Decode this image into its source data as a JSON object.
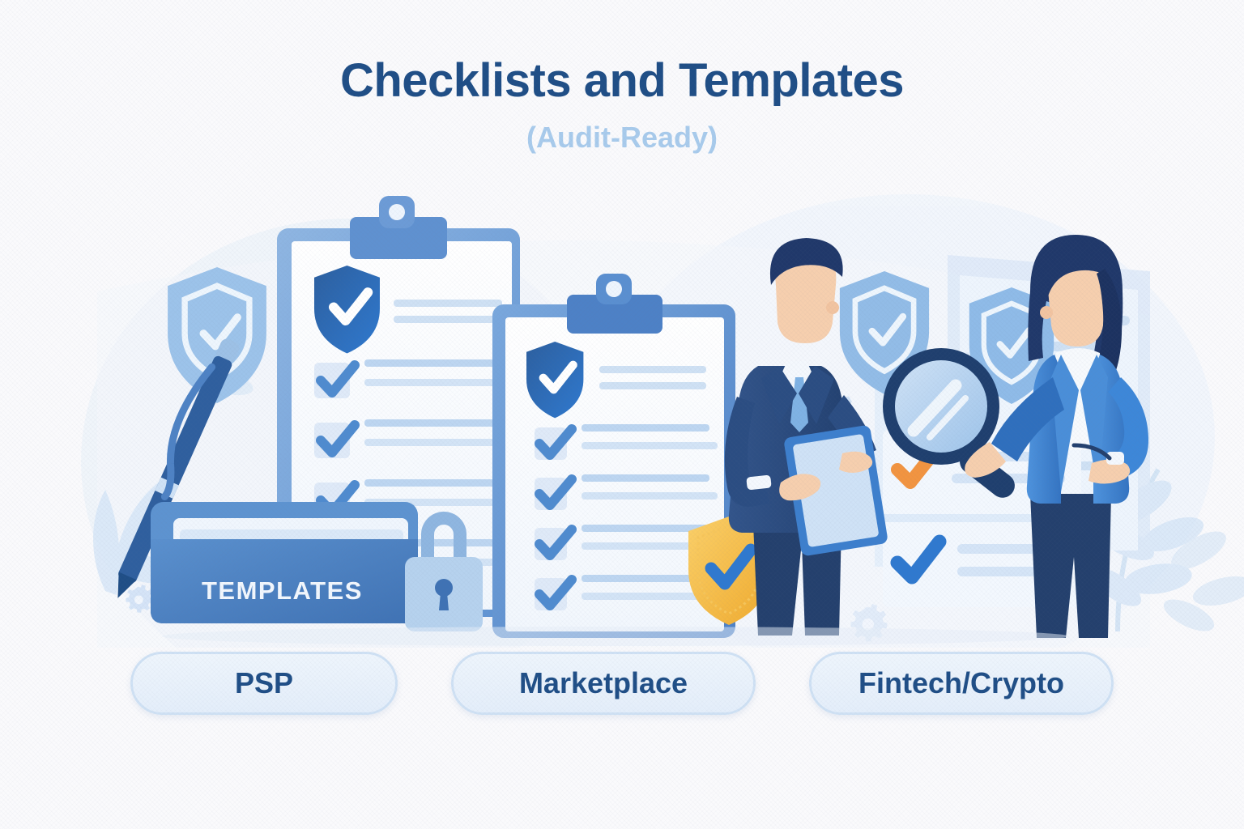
{
  "page": {
    "background_color": "#fafafc",
    "title": "Checklists and Templates",
    "subtitle": "(Audit-Ready)",
    "title_color": "#1f4e86",
    "subtitle_color": "#a8cbec"
  },
  "illustration": {
    "folder_label": "TEMPLATES",
    "folder_color": "#4f86c8",
    "folder_label_color": "#f2f7fd",
    "accent_colors": {
      "navy": "#1f4e86",
      "primary_blue": "#2f79cf",
      "mid_blue": "#6d9ed8",
      "light_blue": "#bcd7f0",
      "pale_blue": "#e3eef9",
      "gold": "#f7c244",
      "orange": "#f29440",
      "skin": "#f6cfae",
      "white": "#ffffff"
    },
    "objects": [
      {
        "name": "back-clipboard",
        "checkbox_count": 4,
        "has_shield": true
      },
      {
        "name": "front-clipboard",
        "checkbox_count": 4,
        "has_shield": true
      },
      {
        "name": "templates-folder",
        "label": "TEMPLATES"
      },
      {
        "name": "padlock",
        "color": "#b6d2ee"
      },
      {
        "name": "pen",
        "color": "#2f5f9e"
      },
      {
        "name": "businessman",
        "suit_color": "#2b4d82",
        "tie_color": "#7fb2e4"
      },
      {
        "name": "businesswoman",
        "blazer_color": "#3d87d8",
        "trousers_color": "#2b4d82"
      },
      {
        "name": "magnifying-glass",
        "ring_color": "#1f3f6e",
        "lens_color": "#bcd7f0"
      },
      {
        "name": "gold-shield-badge",
        "color": "#f7c244",
        "check_color": "#2f79cf"
      },
      {
        "name": "background-checklist-card",
        "checks": [
          "orange",
          "blue"
        ]
      },
      {
        "name": "background-shields",
        "count": 4
      },
      {
        "name": "background-gears",
        "count": 5
      },
      {
        "name": "background-foliage",
        "count": 6
      }
    ]
  },
  "category_pills": [
    {
      "label": "PSP"
    },
    {
      "label": "Marketplace"
    },
    {
      "label": "Fintech/Crypto"
    }
  ]
}
